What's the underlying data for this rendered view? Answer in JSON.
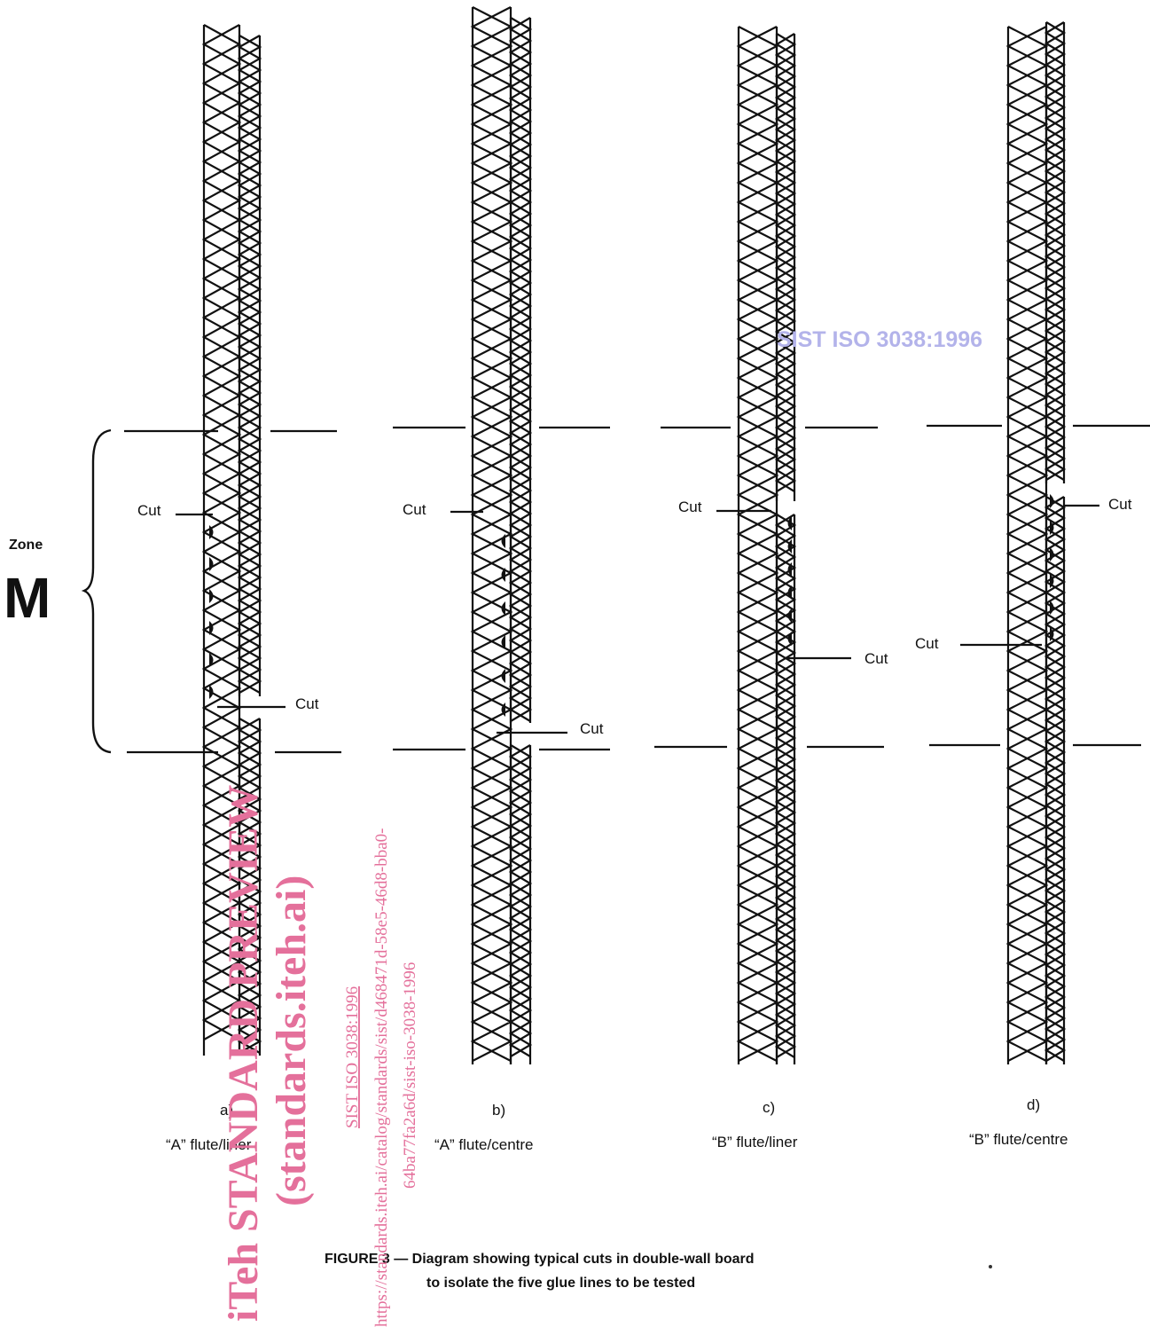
{
  "zone": {
    "label": "Zone",
    "letter": "M"
  },
  "cut_label": "Cut",
  "panels": [
    {
      "letter": "a)",
      "title": "“A” flute/liner"
    },
    {
      "letter": "b)",
      "title": "“A” flute/centre"
    },
    {
      "letter": "c)",
      "title": "“B” flute/liner"
    },
    {
      "letter": "d)",
      "title": "“B” flute/centre"
    }
  ],
  "caption": {
    "line1": "FIGURE 3 — Diagram showing typical cuts in double-wall board",
    "line2": "to isolate the five glue lines to be tested"
  },
  "watermarks": {
    "blue": "SIST ISO 3038:1996",
    "pink_big1": "iTeh STANDARD PREVIEW",
    "pink_big2": "(standards.iteh.ai)",
    "pink_small1": "SIST ISO 3038:1996",
    "pink_small2": "https://standards.iteh.ai/catalog/standards/sist/d468471d-58e5-46d8-bba0-",
    "pink_small3": "64ba77fa2a6d/sist-iso-3038-1996"
  },
  "colors": {
    "ink": "#111111",
    "watermark_pink": "#e4709b",
    "watermark_blue": "#b3b3ea"
  }
}
